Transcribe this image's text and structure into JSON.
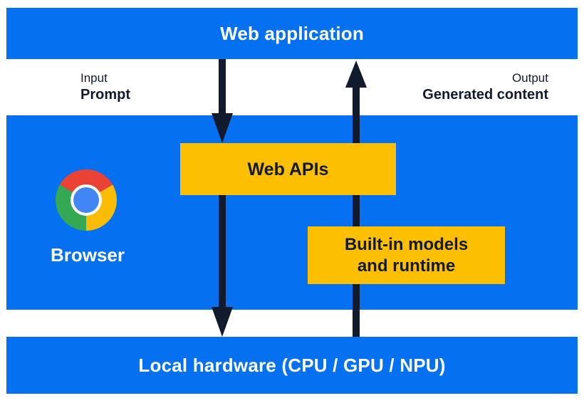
{
  "diagram": {
    "colors": {
      "band_blue": "#0570f0",
      "box_yellow": "#fcbf02",
      "arrow_dark": "#121a2e",
      "text_white": "#ffffff",
      "chrome_red": "#ea4335",
      "chrome_green": "#34a853",
      "chrome_yellow": "#fbbc04",
      "chrome_center_blue": "#4285f4"
    },
    "top_bar": {
      "label": "Web application"
    },
    "flow_labels": {
      "input_title": "Input",
      "input_value": "Prompt",
      "output_title": "Output",
      "output_value": "Generated content"
    },
    "browser_section": {
      "label": "Browser",
      "icon": "chrome-logo-icon"
    },
    "web_apis_box": {
      "label": "Web APIs"
    },
    "builtin_box": {
      "label_line1": "Built-in models",
      "label_line2": "and runtime"
    },
    "bottom_bar": {
      "label": "Local hardware (CPU / GPU / NPU)"
    },
    "arrows": {
      "down_flow": "web-application-to-web-apis-to-local-hardware",
      "up_flow": "local-hardware-to-web-application"
    }
  }
}
